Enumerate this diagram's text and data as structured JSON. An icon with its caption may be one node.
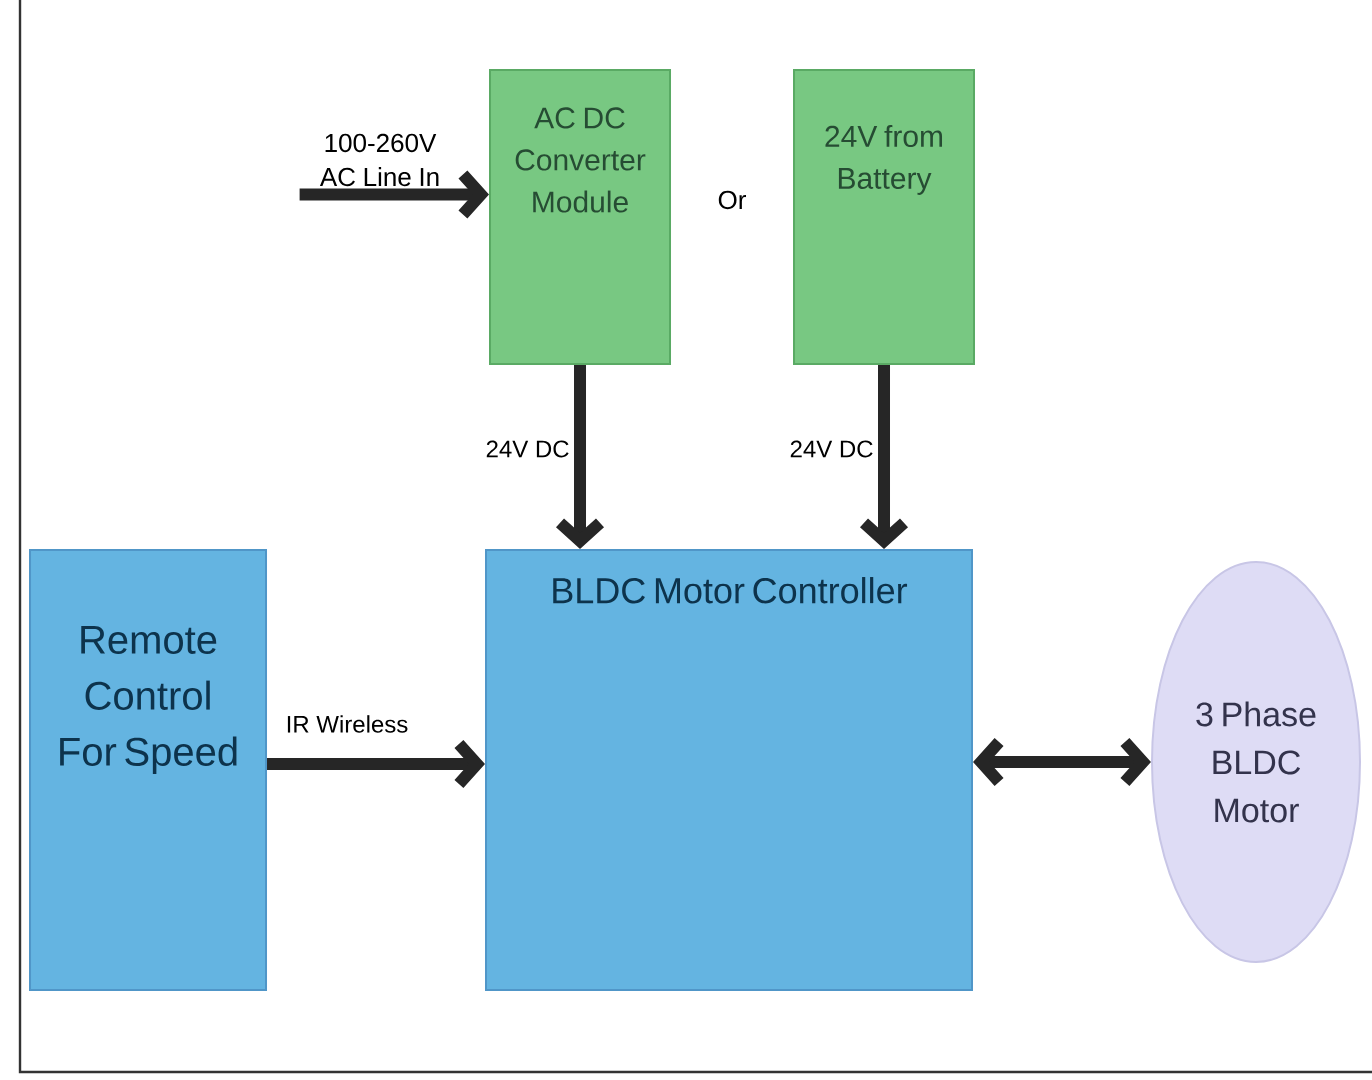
{
  "diagram": {
    "nodes": [
      {
        "text": [
          "AC DC Converter Module"
        ]
      },
      {
        "text": [
          "24V from Battery"
        ]
      },
      {
        "text": [
          "Remote Control For Speed"
        ]
      },
      {
        "text": [
          "BLDC Motor Controller"
        ]
      },
      {
        "text": [
          "3 Phase BLDC Motor"
        ]
      },
      {
        "text": [
          "100-260V AC Line In"
        ]
      }
    ],
    "edges": [
      {
        "from": 5,
        "to": 0,
        "arrow": "to"
      },
      {
        "from": 0,
        "to": 3,
        "arrow": "to",
        "label": "24V DC"
      },
      {
        "from": 1,
        "to": 3,
        "arrow": "to",
        "label": "24V DC"
      },
      {
        "from": 2,
        "to": 3,
        "arrow": "to",
        "label": "IR Wireless"
      },
      {
        "from": 3,
        "to": 4,
        "arrow": "both"
      }
    ],
    "labels": [
      "Or"
    ]
  }
}
